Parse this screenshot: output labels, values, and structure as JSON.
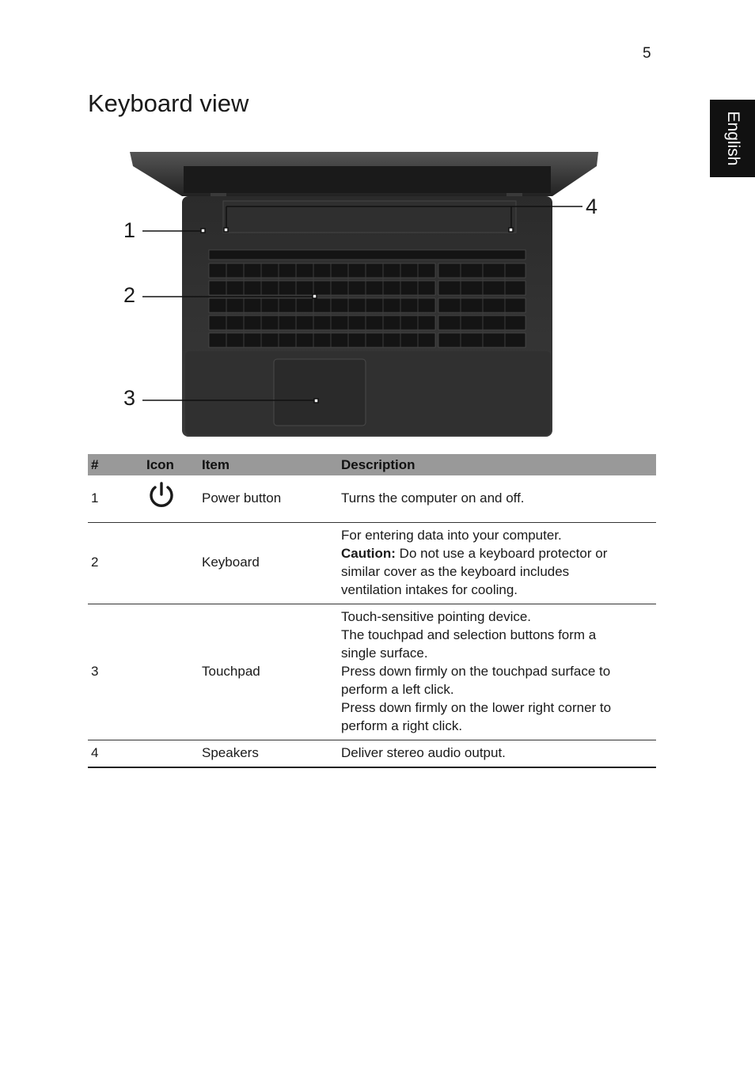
{
  "page": {
    "number": "5",
    "language_tab": "English",
    "title": "Keyboard view"
  },
  "figure": {
    "callouts": [
      "1",
      "2",
      "3",
      "4"
    ]
  },
  "table": {
    "headers": {
      "num": "#",
      "icon": "Icon",
      "item": "Item",
      "description": "Description"
    },
    "rows": [
      {
        "num": "1",
        "icon": "power-icon",
        "item": "Power button",
        "description": [
          "Turns the computer on and off."
        ]
      },
      {
        "num": "2",
        "icon": "",
        "item": "Keyboard",
        "description": [
          "For entering data into your computer."
        ],
        "caution_label": "Caution:",
        "caution_text": " Do not use a keyboard protector or",
        "description_rest": [
          "similar cover as the keyboard includes",
          "ventilation intakes for cooling."
        ]
      },
      {
        "num": "3",
        "icon": "",
        "item": "Touchpad",
        "description": [
          "Touch-sensitive pointing device.",
          "The touchpad and selection buttons form a",
          "single surface.",
          "Press down firmly on the touchpad surface to",
          "perform a left click.",
          "Press down firmly on the lower right corner to",
          "perform a right click."
        ]
      },
      {
        "num": "4",
        "icon": "",
        "item": "Speakers",
        "description": [
          "Deliver stereo audio output."
        ]
      }
    ]
  }
}
